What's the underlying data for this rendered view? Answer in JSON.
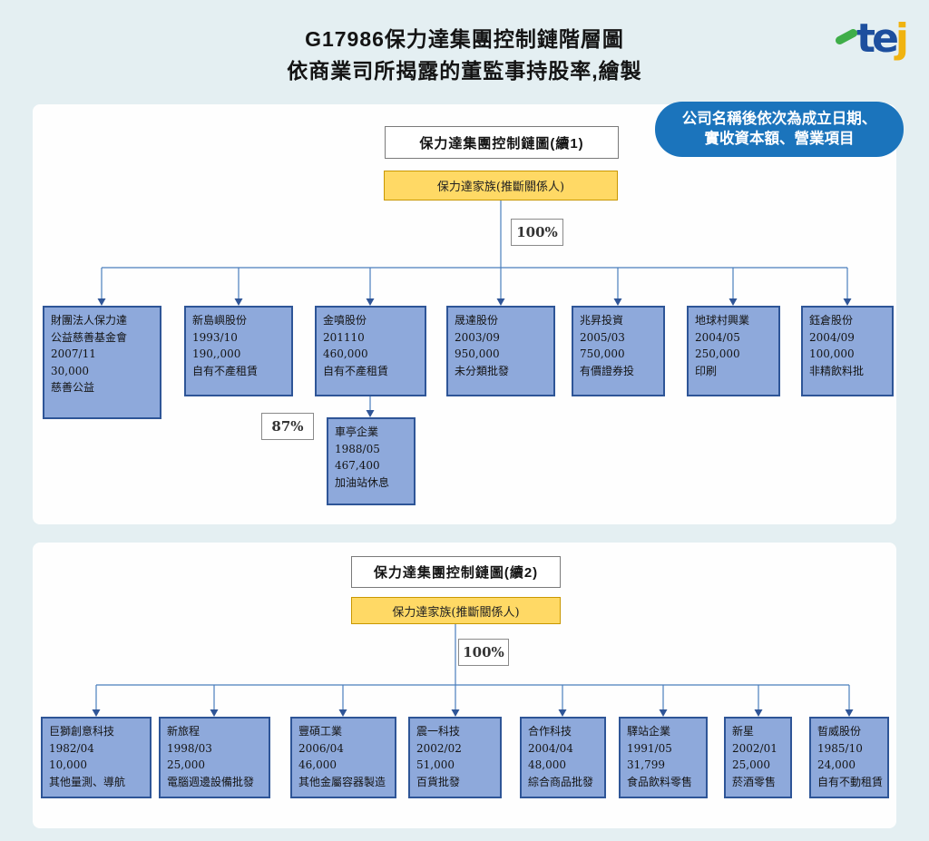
{
  "header": {
    "title_line1": "G17986保力達集團控制鏈階層圖",
    "title_line2": "依商業司所揭露的董監事持股率,繪製",
    "logo": {
      "t": "t",
      "e": "e",
      "j": "j"
    }
  },
  "note": {
    "line1": "公司名稱後依次為成立日期、",
    "line2": "實收資本額、營業項目"
  },
  "panel1": {
    "chart_title": "保力達集團控制鏈圖(續1)",
    "root_label": "保力達家族(推斷關係人)",
    "root_share": "100%",
    "companies": [
      {
        "lines": [
          "財團法人保力達",
          "公益慈善基金會",
          "2007/11",
          "30,000",
          "慈善公益"
        ]
      },
      {
        "lines": [
          "新島嶼股份",
          "1993/10",
          "190,,000",
          "自有不產租賃"
        ]
      },
      {
        "lines": [
          "金噴股份",
          "201110",
          "460,000",
          "自有不產租賃"
        ]
      },
      {
        "lines": [
          "晟達股份",
          "2003/09",
          "950,000",
          "未分類批發"
        ]
      },
      {
        "lines": [
          "兆昇投資",
          "2005/03",
          "750,000",
          "有價證券投"
        ]
      },
      {
        "lines": [
          "地球村興業",
          "2004/05",
          "250,000",
          "印刷"
        ]
      },
      {
        "lines": [
          "鈺倉股份",
          "2004/09",
          "100,000",
          "非精飲料批"
        ]
      }
    ],
    "subsidiary": {
      "share": "87%",
      "lines": [
        "車亭企業",
        "1988/05",
        "467,400",
        "加油站休息"
      ]
    }
  },
  "panel2": {
    "chart_title": "保力達集團控制鏈圖(續2)",
    "root_label": "保力達家族(推斷關係人)",
    "root_share": "100%",
    "companies": [
      {
        "lines": [
          "巨獅創意科技",
          "1982/04",
          "10,000",
          "其他量測、導航"
        ]
      },
      {
        "lines": [
          "新旅程",
          "1998/03",
          "25,000",
          "電腦週邊設備批發"
        ]
      },
      {
        "lines": [
          "豐碩工業",
          "2006/04",
          "46,000",
          "其他金屬容器製造"
        ]
      },
      {
        "lines": [
          "震一科技",
          "2002/02",
          "51,000",
          "百貨批發"
        ]
      },
      {
        "lines": [
          "合作科技",
          "2004/04",
          "48,000",
          "綜合商品批發"
        ]
      },
      {
        "lines": [
          "驛站企業",
          "1991/05",
          "31,799",
          "食品飲料零售"
        ]
      },
      {
        "lines": [
          "新星",
          "2002/01",
          "25,000",
          "菸酒零售"
        ]
      },
      {
        "lines": [
          "晢威股份",
          "1985/10",
          "24,000",
          "自有不動租賃"
        ]
      }
    ]
  },
  "colors": {
    "page_bg": "#e4eff2",
    "panel_bg": "#fefefe",
    "company_fill": "#8ea9db",
    "company_border": "#2e5597",
    "root_fill": "#ffd965",
    "root_border": "#c99700",
    "connector": "#4a7ebd",
    "bubble_bg": "#1b74bc",
    "logo_blue": "#1d4f9e",
    "logo_yellow": "#f0b310",
    "logo_green": "#3fae49"
  }
}
